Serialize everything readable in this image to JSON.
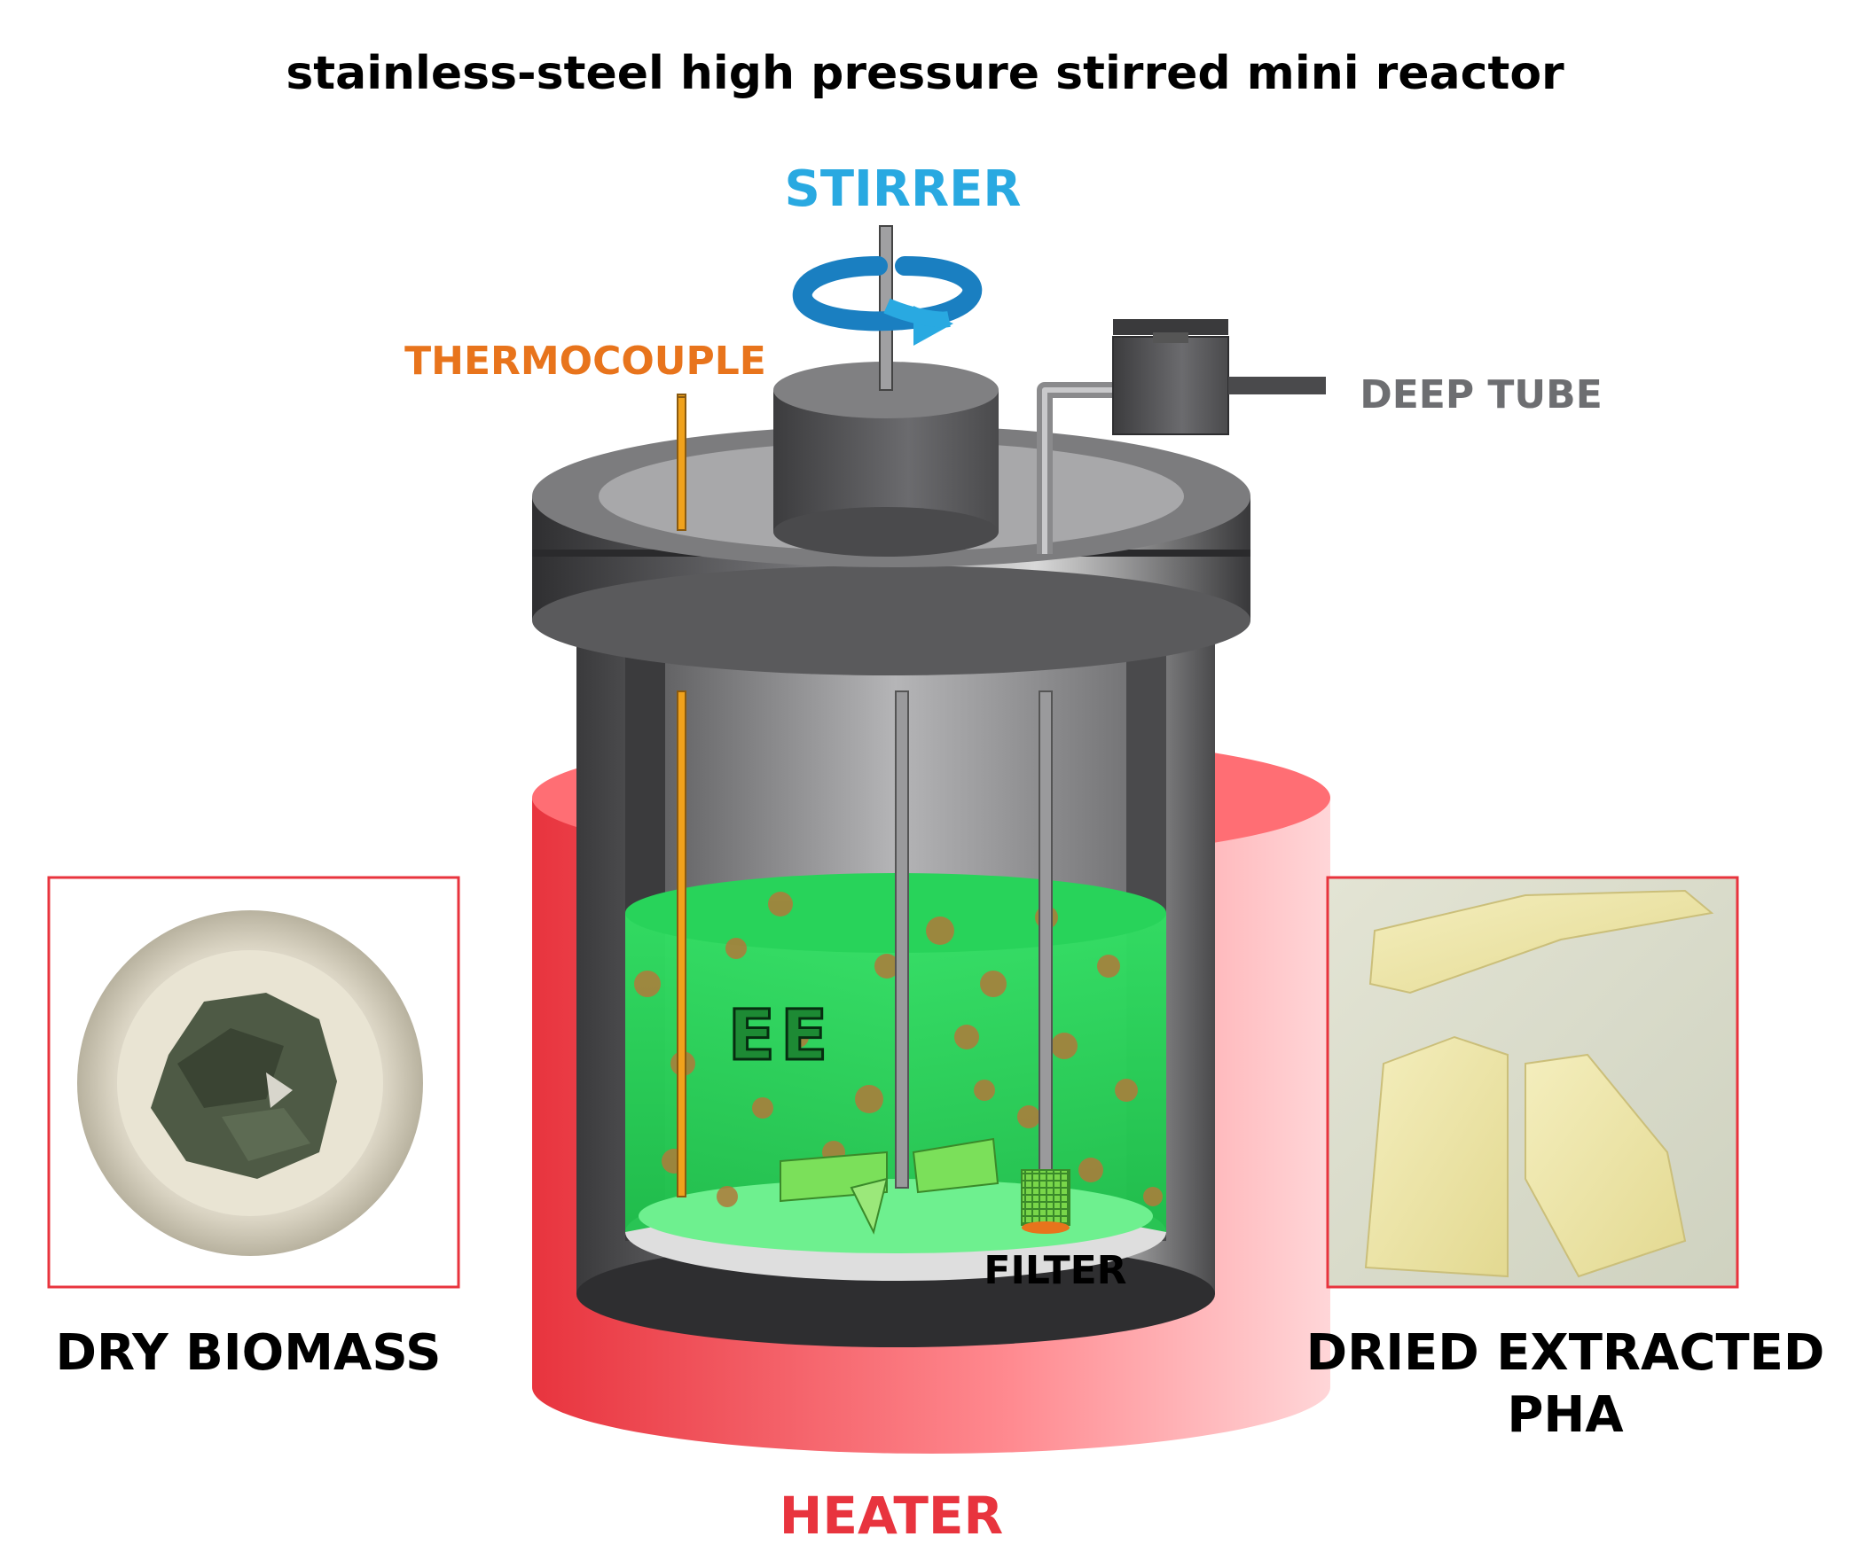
{
  "title": "stainless-steel high pressure stirred mini reactor",
  "labels": {
    "stirrer": "STIRRER",
    "thermocouple": "THERMOCOUPLE",
    "deep_tube": "DEEP TUBE",
    "filter": "FILTER",
    "heater": "HEATER",
    "solvent": "EE",
    "dry_biomass": "DRY BIOMASS",
    "dried_pha_line1": "DRIED EXTRACTED",
    "dried_pha_line2": "PHA"
  },
  "colors": {
    "stirrer": "#29a9e1",
    "thermocouple": "#e8741c",
    "deep_tube": "#6d6e71",
    "heater": "#e8343e",
    "solvent": "#2ee85a",
    "frame_red": "#e8343e"
  }
}
